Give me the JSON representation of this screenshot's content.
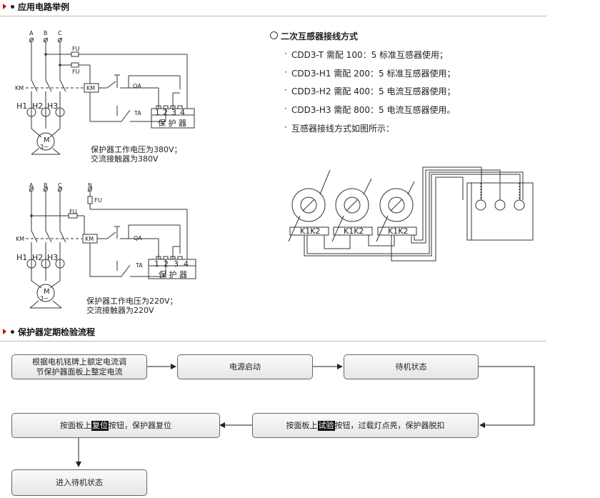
{
  "section1": {
    "title": "应用电路举例"
  },
  "section2": {
    "title": "保护器定期检验流程"
  },
  "circuit1": {
    "phase_a": "A",
    "phase_b": "B",
    "phase_c": "C",
    "fu1": "FU",
    "fu2": "FU",
    "km": "KM",
    "km_coil": "KM",
    "qa": "QA",
    "ta": "TA",
    "h1": "H1",
    "h2": "H2",
    "h3": "H3",
    "motor_m": "M",
    "motor_3": "3~",
    "terminals": [
      "1",
      "2",
      "3",
      "4"
    ],
    "protector": "保 护 器",
    "note1": "保护器工作电压为380V；",
    "note2": "交流接触器为380V"
  },
  "circuit2": {
    "phase_a": "A",
    "phase_b": "B",
    "phase_c": "C",
    "phase_n": "N",
    "fu1": "FU",
    "fu2": "FU",
    "km": "KM",
    "km_coil": "KM",
    "qa": "QA",
    "ta": "TA",
    "h1": "H1",
    "h2": "H2",
    "h3": "H3",
    "motor_m": "M",
    "motor_3": "3~",
    "terminals": [
      "1",
      "2",
      "3",
      "4"
    ],
    "protector": "保 护 器",
    "note1": "保护器工作电压为220V；",
    "note2": "交流接触器为220V"
  },
  "ct_wiring": {
    "title": "二次互感器接线方式",
    "items": [
      "CDD3-T 需配 100：5 标准互感器使用；",
      "CDD3-H1 需配 200：5 标准互感器使用；",
      "CDD3-H2 需配 400：5 电流互感器使用；",
      "CDD3-H3 需配 800：5 电流互感器使用。",
      "互感器接线方式如图所示："
    ],
    "ct_label": "K1K2"
  },
  "flow": {
    "step1": "根据电机铭牌上额定电流调节保护器面板上整定电流",
    "step1_line1": "根据电机铭牌上额定电流调",
    "step1_line2": "节保护器面板上整定电流",
    "step2": "电源启动",
    "step3": "待机状态",
    "step4_pre": "按面板上",
    "step4_key": "试验",
    "step4_post": "按钮，过载灯点亮，保护器脱扣",
    "step5_pre": "按面板上",
    "step5_key": "复位",
    "step5_post": "按钮，保护器复位",
    "step6": "进入待机状态"
  }
}
